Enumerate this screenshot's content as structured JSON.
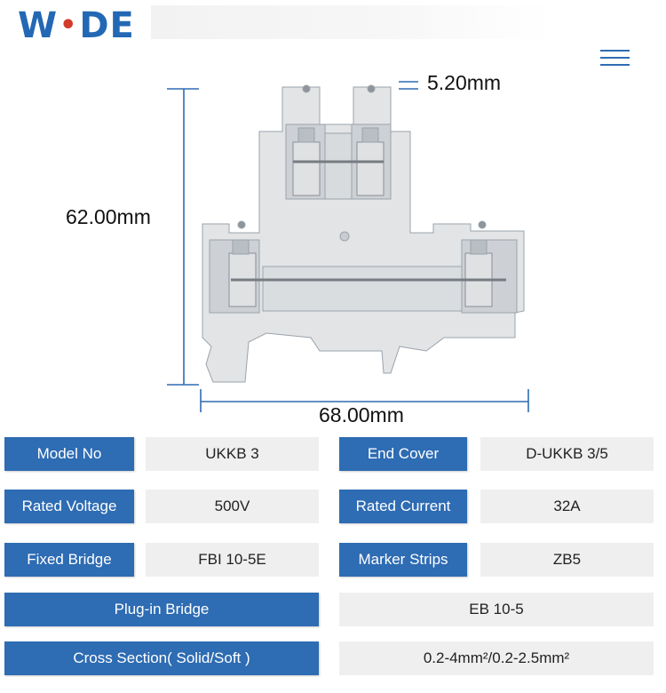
{
  "brand": {
    "letter1": "W",
    "dot": "•",
    "letters2": "DE",
    "color": "#2368b4"
  },
  "menu_icon": "hamburger-menu-icon",
  "dimensions": {
    "pitch": "5.20mm",
    "height": "62.00mm",
    "width": "68.00mm"
  },
  "specs": {
    "model_no": {
      "label": "Model No",
      "value": "UKKB 3"
    },
    "end_cover": {
      "label": "End Cover",
      "value": "D-UKKB 3/5"
    },
    "rated_voltage": {
      "label": "Rated Voltage",
      "value": "500V"
    },
    "rated_current": {
      "label": "Rated Current",
      "value": "32A"
    },
    "fixed_bridge": {
      "label": "Fixed Bridge",
      "value": "FBI 10-5E"
    },
    "marker_strips": {
      "label": "Marker Strips",
      "value": "ZB5"
    },
    "plugin_bridge": {
      "label": "Plug-in Bridge",
      "value": "EB 10-5"
    },
    "cross_section": {
      "label": "Cross Section( Solid/Soft )",
      "value": "0.2-4mm²/0.2-2.5mm²"
    }
  },
  "colors": {
    "label_bg": "#2e6cb3",
    "value_bg": "#efefef"
  }
}
